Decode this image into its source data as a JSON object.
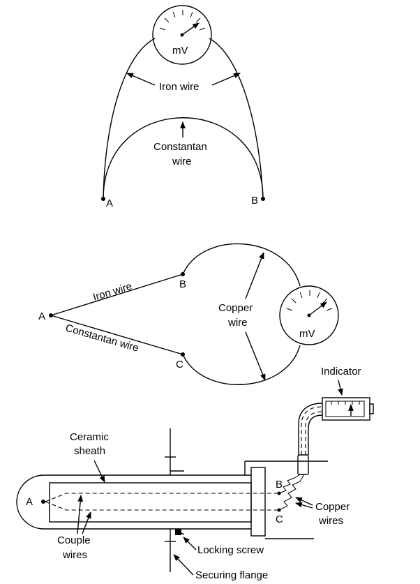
{
  "diagram1": {
    "meter_unit": "mV",
    "iron_label": "Iron wire",
    "constantan_line1": "Constantan",
    "constantan_line2": "wire",
    "junction_a": "A",
    "junction_b": "B"
  },
  "diagram2": {
    "junction_a": "A",
    "junction_b": "B",
    "junction_c": "C",
    "iron_label": "Iron wire",
    "constantan_label": "Constantan wire",
    "copper_line1": "Copper",
    "copper_line2": "wire",
    "meter_unit": "mV"
  },
  "diagram3": {
    "indicator": "Indicator",
    "ceramic_line1": "Ceramic",
    "ceramic_line2": "sheath",
    "junction_a": "A",
    "junction_b": "B",
    "junction_c": "C",
    "copper_line1": "Copper",
    "copper_line2": "wires",
    "couple_line1": "Couple",
    "couple_line2": "wires",
    "locking_screw": "Locking screw",
    "securing_flange": "Securing flange"
  }
}
